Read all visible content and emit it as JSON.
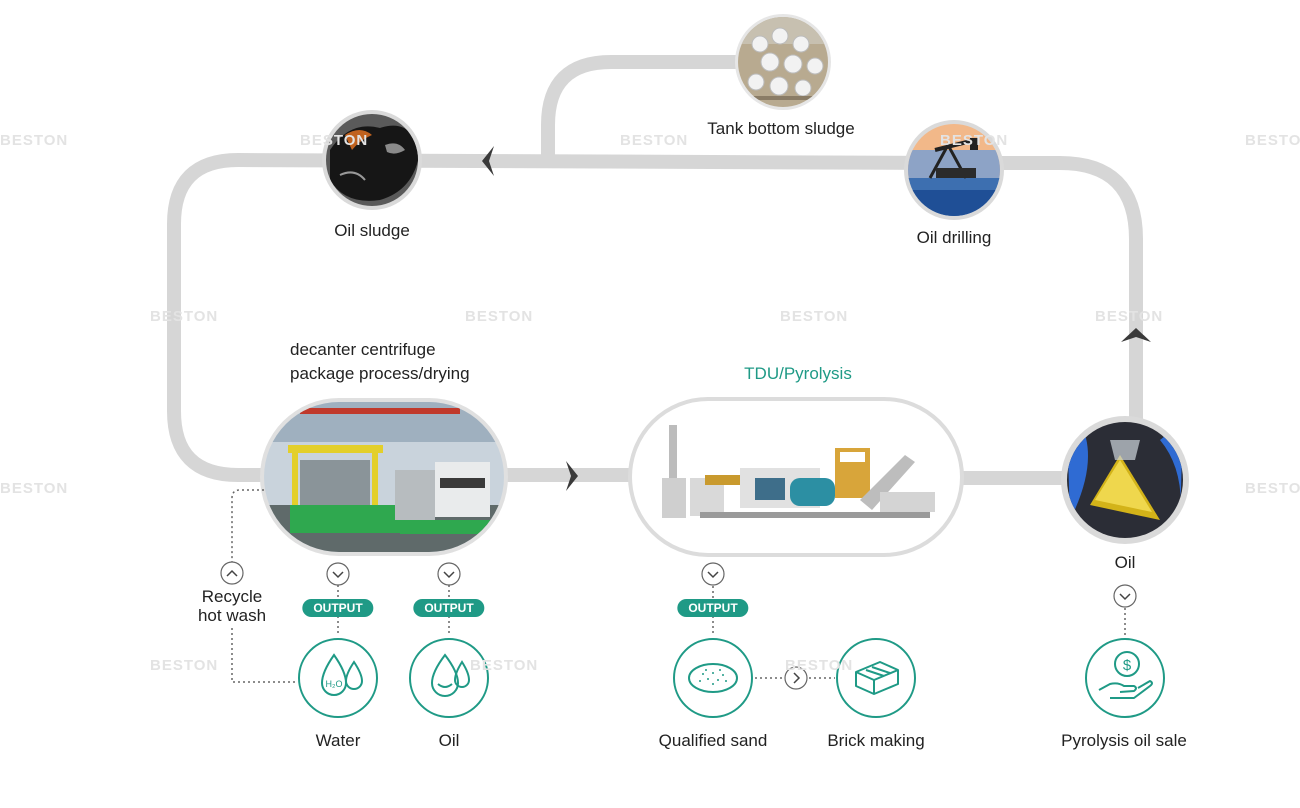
{
  "watermark": "BESTON",
  "colors": {
    "accent": "#1f9a86",
    "path": "#d4d4d4",
    "ring": "#dcdcdc",
    "dark_arrow": "#3a3a3a"
  },
  "nodes": {
    "tank_bottom_sludge": "Tank bottom sludge",
    "oil_sludge": "Oil sludge",
    "oil_drilling": "Oil drilling",
    "centrifuge_line1": "decanter centrifuge",
    "centrifuge_line2": "package process/drying",
    "tdu": "TDU/Pyrolysis",
    "oil_top": "Oil"
  },
  "recycle": {
    "line1": "Recycle",
    "line2": "hot wash"
  },
  "badge": "OUTPUT",
  "outputs": {
    "water": "Water",
    "oil": "Oil",
    "qualified_sand": "Qualified sand",
    "brick_making": "Brick making",
    "pyrolysis_oil_sale": "Pyrolysis oil sale"
  },
  "icons": {
    "water": "water-drops-h2o-icon",
    "oil": "oil-drops-icon",
    "sand": "sand-pile-icon",
    "brick": "brick-icon",
    "sale": "money-hand-icon"
  }
}
